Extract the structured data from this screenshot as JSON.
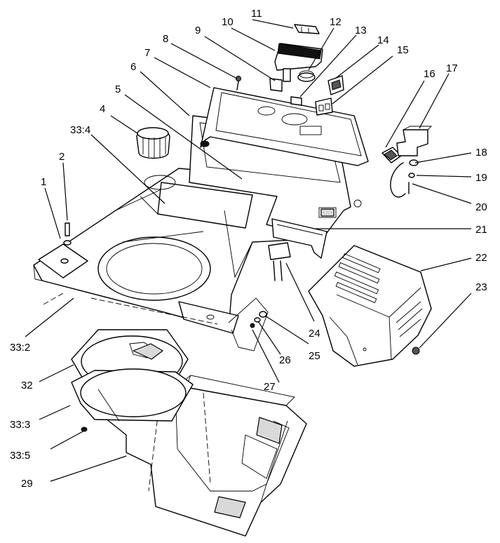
{
  "callouts": [
    {
      "id": "c1",
      "text": "1"
    },
    {
      "id": "c2",
      "text": "2"
    },
    {
      "id": "c4",
      "text": "4"
    },
    {
      "id": "c334",
      "text": "33:4"
    },
    {
      "id": "c5",
      "text": "5"
    },
    {
      "id": "c6",
      "text": "6"
    },
    {
      "id": "c7",
      "text": "7"
    },
    {
      "id": "c8",
      "text": "8"
    },
    {
      "id": "c9",
      "text": "9"
    },
    {
      "id": "c10",
      "text": "10"
    },
    {
      "id": "c11",
      "text": "11"
    },
    {
      "id": "c12",
      "text": "12"
    },
    {
      "id": "c13",
      "text": "13"
    },
    {
      "id": "c14",
      "text": "14"
    },
    {
      "id": "c15",
      "text": "15"
    },
    {
      "id": "c16",
      "text": "16"
    },
    {
      "id": "c17",
      "text": "17"
    },
    {
      "id": "c18",
      "text": "18"
    },
    {
      "id": "c19",
      "text": "19"
    },
    {
      "id": "c20",
      "text": "20"
    },
    {
      "id": "c21",
      "text": "21"
    },
    {
      "id": "c22",
      "text": "22"
    },
    {
      "id": "c23",
      "text": "23"
    },
    {
      "id": "c24",
      "text": "24"
    },
    {
      "id": "c25",
      "text": "25"
    },
    {
      "id": "c26",
      "text": "26"
    },
    {
      "id": "c27",
      "text": "27"
    },
    {
      "id": "c332",
      "text": "33:2"
    },
    {
      "id": "c32",
      "text": "32"
    },
    {
      "id": "c333",
      "text": "33:3"
    },
    {
      "id": "c335",
      "text": "33:5"
    },
    {
      "id": "c29",
      "text": "29"
    }
  ]
}
